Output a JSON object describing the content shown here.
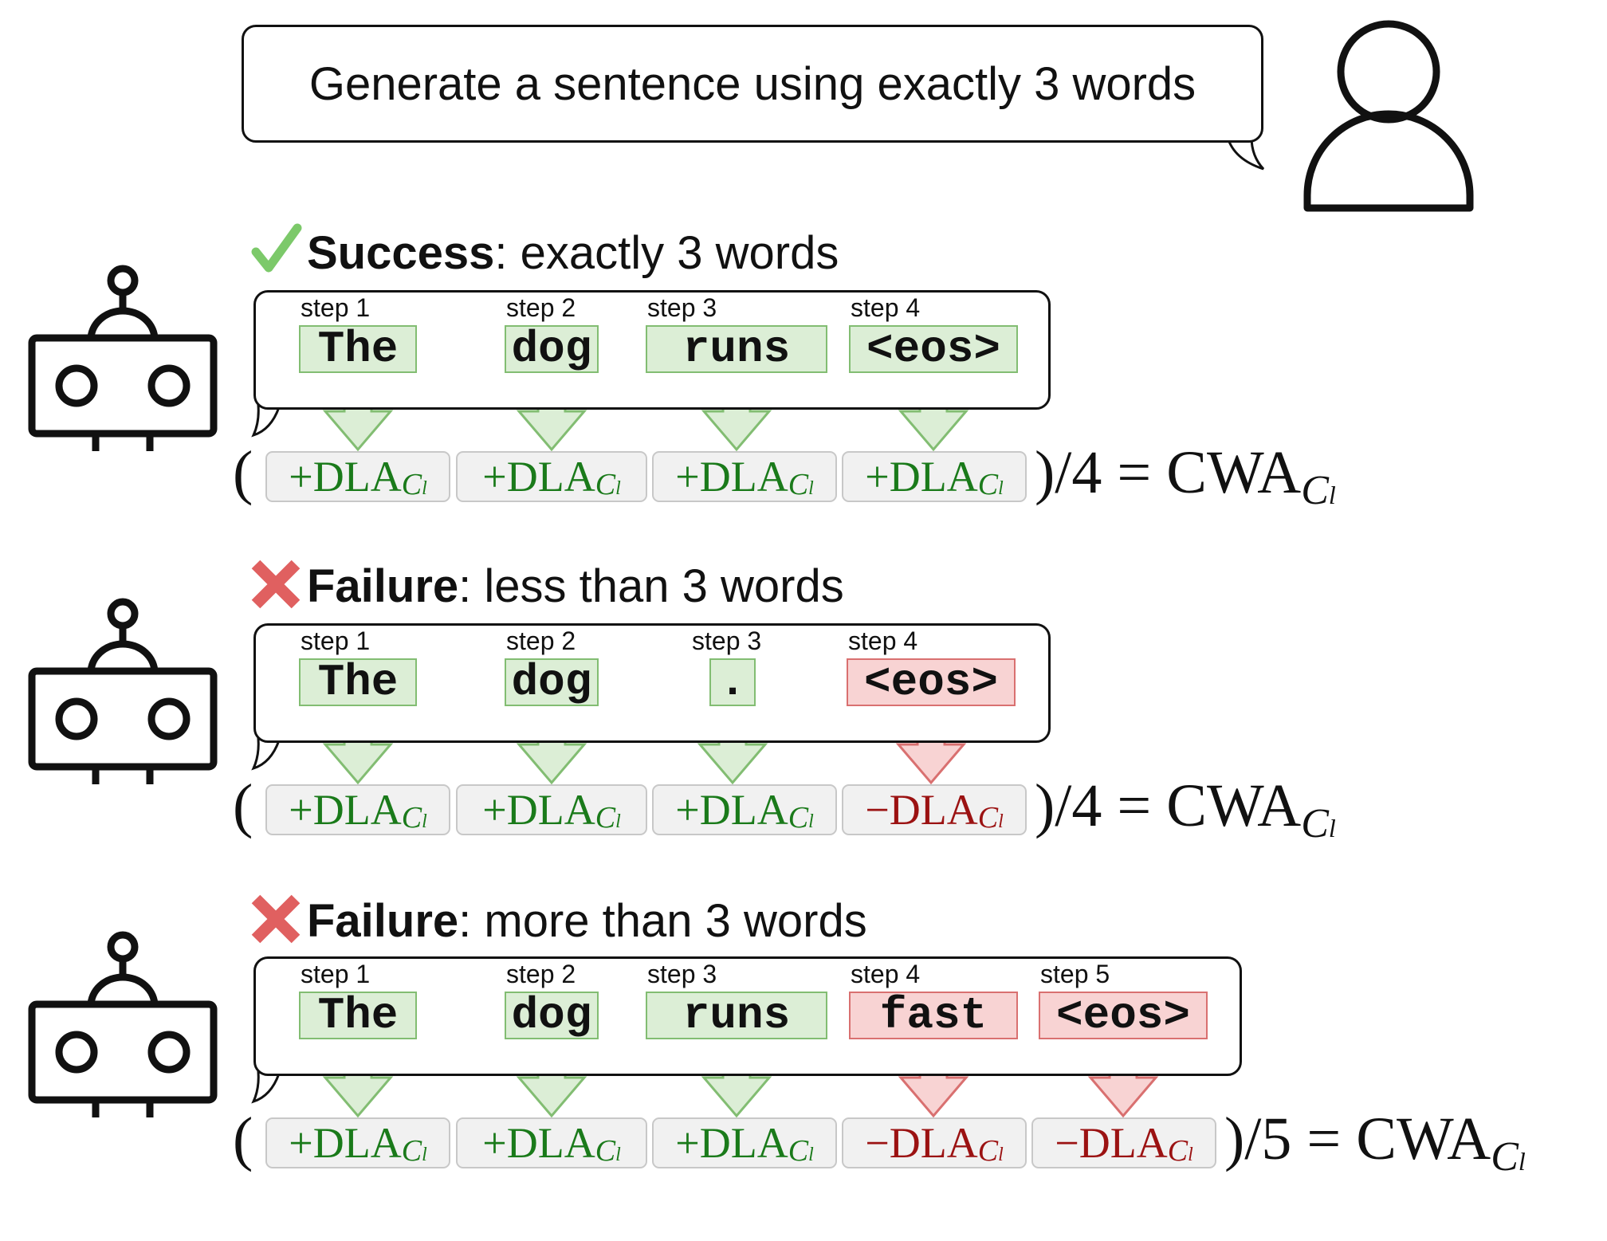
{
  "prompt": {
    "text": "Generate a sentence using exactly 3 words"
  },
  "dla_label": {
    "sign_plus": "+",
    "sign_minus": "−",
    "text": "DLA",
    "sub": "C",
    "sub_index": "l"
  },
  "cwa_label": {
    "text": "CWA",
    "sub": "C",
    "sub_index": "l"
  },
  "colors": {
    "good_fill": "#dceed6",
    "good_stroke": "#82bd72",
    "good_text": "#1a7a1a",
    "bad_fill": "#f8d3d3",
    "bad_stroke": "#d97070",
    "bad_text": "#9b1212"
  },
  "icons": {
    "user": "user-icon",
    "robot": "robot-icon",
    "check": "check-icon",
    "cross": "cross-icon"
  },
  "scenarios": [
    {
      "status_word": "Success",
      "status_rest": ": exactly 3 words",
      "status_icon": "check-icon",
      "divisor_text": ")/4 = ",
      "steps": [
        {
          "label": "step 1",
          "token": "The",
          "outcome": "good"
        },
        {
          "label": "step 2",
          "token": "dog",
          "outcome": "good"
        },
        {
          "label": "step 3",
          "token": "runs",
          "outcome": "good"
        },
        {
          "label": "step 4",
          "token": "<eos>",
          "outcome": "good"
        }
      ]
    },
    {
      "status_word": "Failure",
      "status_rest": ": less than 3 words",
      "status_icon": "cross-icon",
      "divisor_text": ")/4 = ",
      "steps": [
        {
          "label": "step 1",
          "token": "The",
          "outcome": "good"
        },
        {
          "label": "step 2",
          "token": "dog",
          "outcome": "good"
        },
        {
          "label": "step 3",
          "token": ".",
          "outcome": "good"
        },
        {
          "label": "step 4",
          "token": "<eos>",
          "outcome": "bad"
        }
      ]
    },
    {
      "status_word": "Failure",
      "status_rest": ": more than 3 words",
      "status_icon": "cross-icon",
      "divisor_text": ")/5 = ",
      "steps": [
        {
          "label": "step 1",
          "token": "The",
          "outcome": "good"
        },
        {
          "label": "step 2",
          "token": "dog",
          "outcome": "good"
        },
        {
          "label": "step 3",
          "token": "runs",
          "outcome": "good"
        },
        {
          "label": "step 4",
          "token": "fast",
          "outcome": "bad"
        },
        {
          "label": "step 5",
          "token": "<eos>",
          "outcome": "bad"
        }
      ]
    }
  ]
}
